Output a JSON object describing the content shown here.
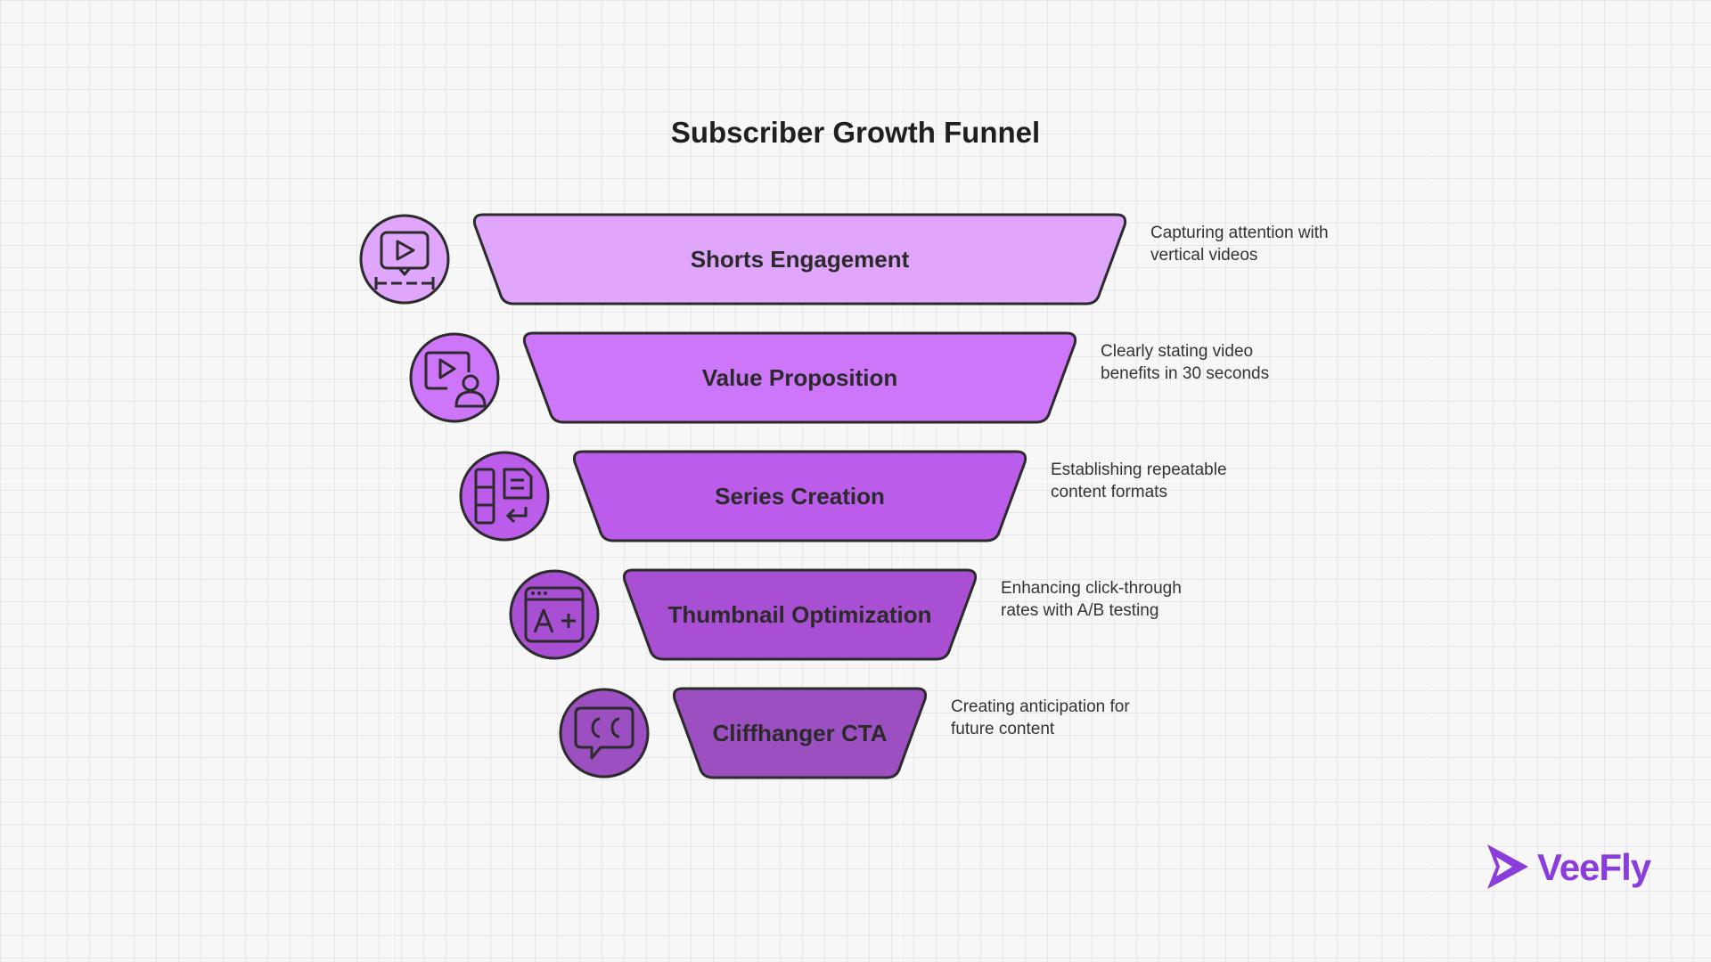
{
  "title": "Subscriber Growth Funnel",
  "colors": {
    "stage_fills": [
      "#e0a6fc",
      "#cd76fa",
      "#bc5cea",
      "#a94fd4",
      "#9c4fc0"
    ],
    "outline": "#2b2b2b",
    "brand": "#8a3ddb"
  },
  "stages": [
    {
      "label": "Shorts Engagement",
      "icon": "vertical-video-icon",
      "desc_line1": "Capturing attention with",
      "desc_line2": "vertical videos"
    },
    {
      "label": "Value Proposition",
      "icon": "video-presenter-icon",
      "desc_line1": "Clearly stating video",
      "desc_line2": "benefits in 30 seconds"
    },
    {
      "label": "Series Creation",
      "icon": "series-layout-icon",
      "desc_line1": "Establishing repeatable",
      "desc_line2": "content formats"
    },
    {
      "label": "Thumbnail Optimization",
      "icon": "ab-test-window-icon",
      "desc_line1": "Enhancing click-through",
      "desc_line2": "rates with A/B testing"
    },
    {
      "label": "Cliffhanger CTA",
      "icon": "closed-caption-icon",
      "desc_line1": "Creating anticipation for",
      "desc_line2": "future content"
    }
  ],
  "logo": {
    "text": "VeeFly"
  }
}
